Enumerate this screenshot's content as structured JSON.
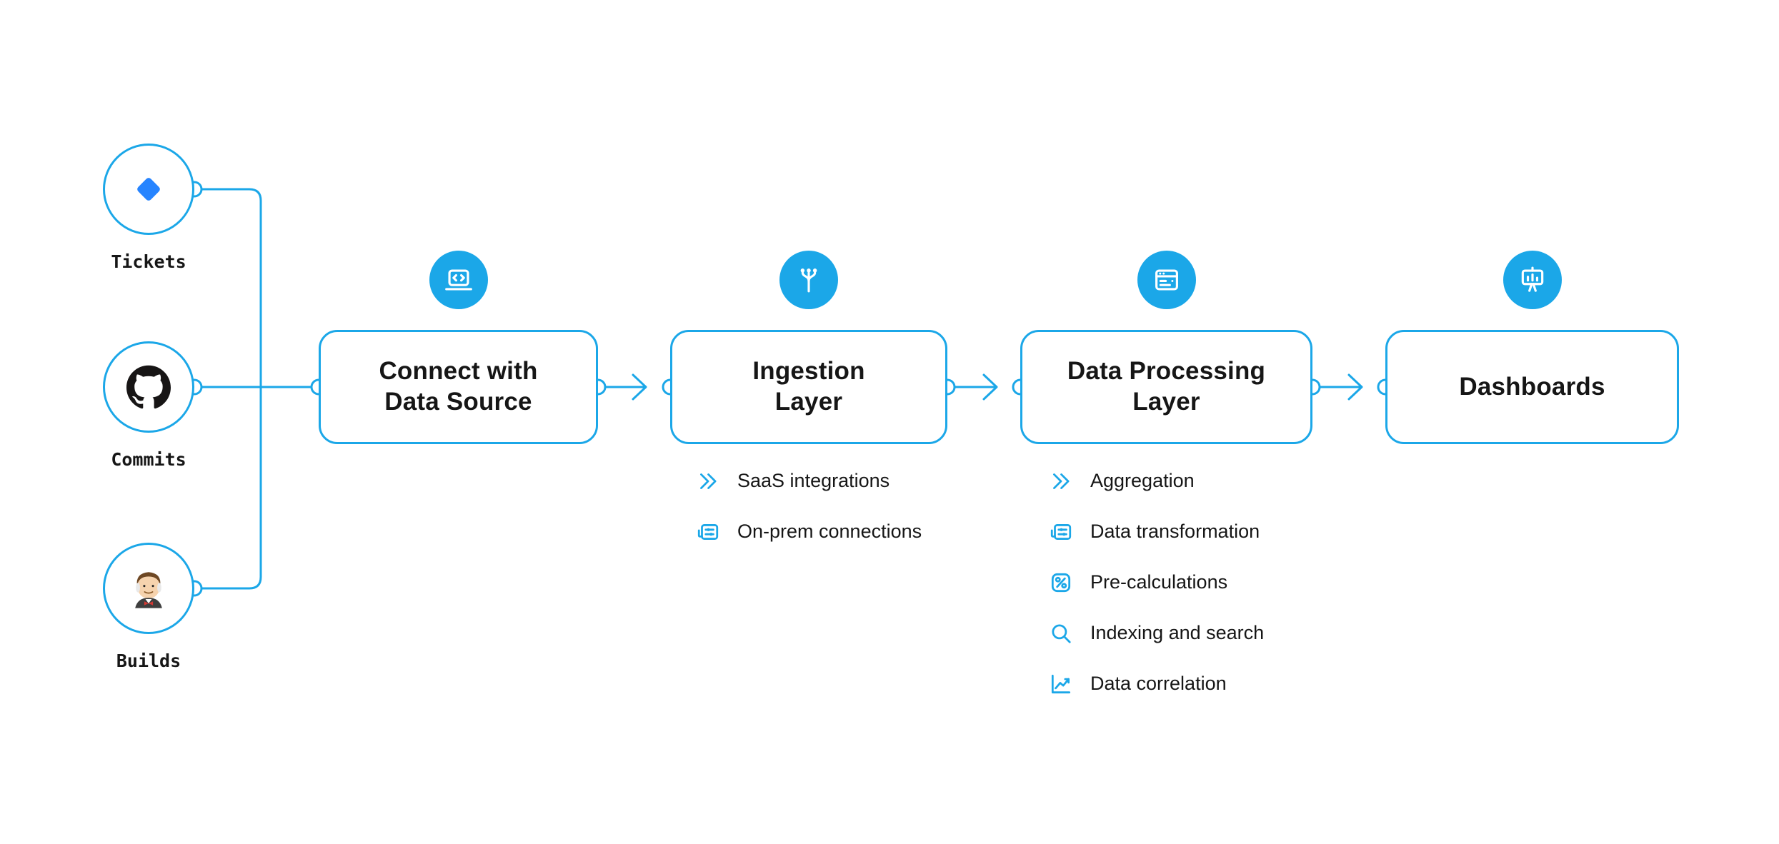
{
  "colors": {
    "accent": "#1BA7E8",
    "ink": "#161616",
    "background": "#FFFFFF",
    "jira": "#2684FF",
    "github": "#171515",
    "jenkinsred": "#D33833"
  },
  "sources": [
    {
      "label": "Tickets",
      "icon": "jira-icon"
    },
    {
      "label": "Commits",
      "icon": "github-icon"
    },
    {
      "label": "Builds",
      "icon": "jenkins-icon"
    }
  ],
  "stages": [
    {
      "title": "Connect with\nData Source",
      "icon": "laptop-code-icon",
      "items": []
    },
    {
      "title": "Ingestion\nLayer",
      "icon": "ingestion-branch-icon",
      "items": [
        {
          "label": "SaaS integrations",
          "icon": "double-chevron-icon"
        },
        {
          "label": "On-prem connections",
          "icon": "server-connection-icon"
        }
      ]
    },
    {
      "title": "Data Processing\nLayer",
      "icon": "data-window-icon",
      "items": [
        {
          "label": "Aggregation",
          "icon": "double-chevron-icon"
        },
        {
          "label": "Data transformation",
          "icon": "server-connection-icon"
        },
        {
          "label": "Pre-calculations",
          "icon": "calculation-icon"
        },
        {
          "label": "Indexing and search",
          "icon": "search-icon"
        },
        {
          "label": "Data correlation",
          "icon": "line-chart-icon"
        }
      ]
    },
    {
      "title": "Dashboards",
      "icon": "presentation-chart-icon",
      "items": []
    }
  ]
}
